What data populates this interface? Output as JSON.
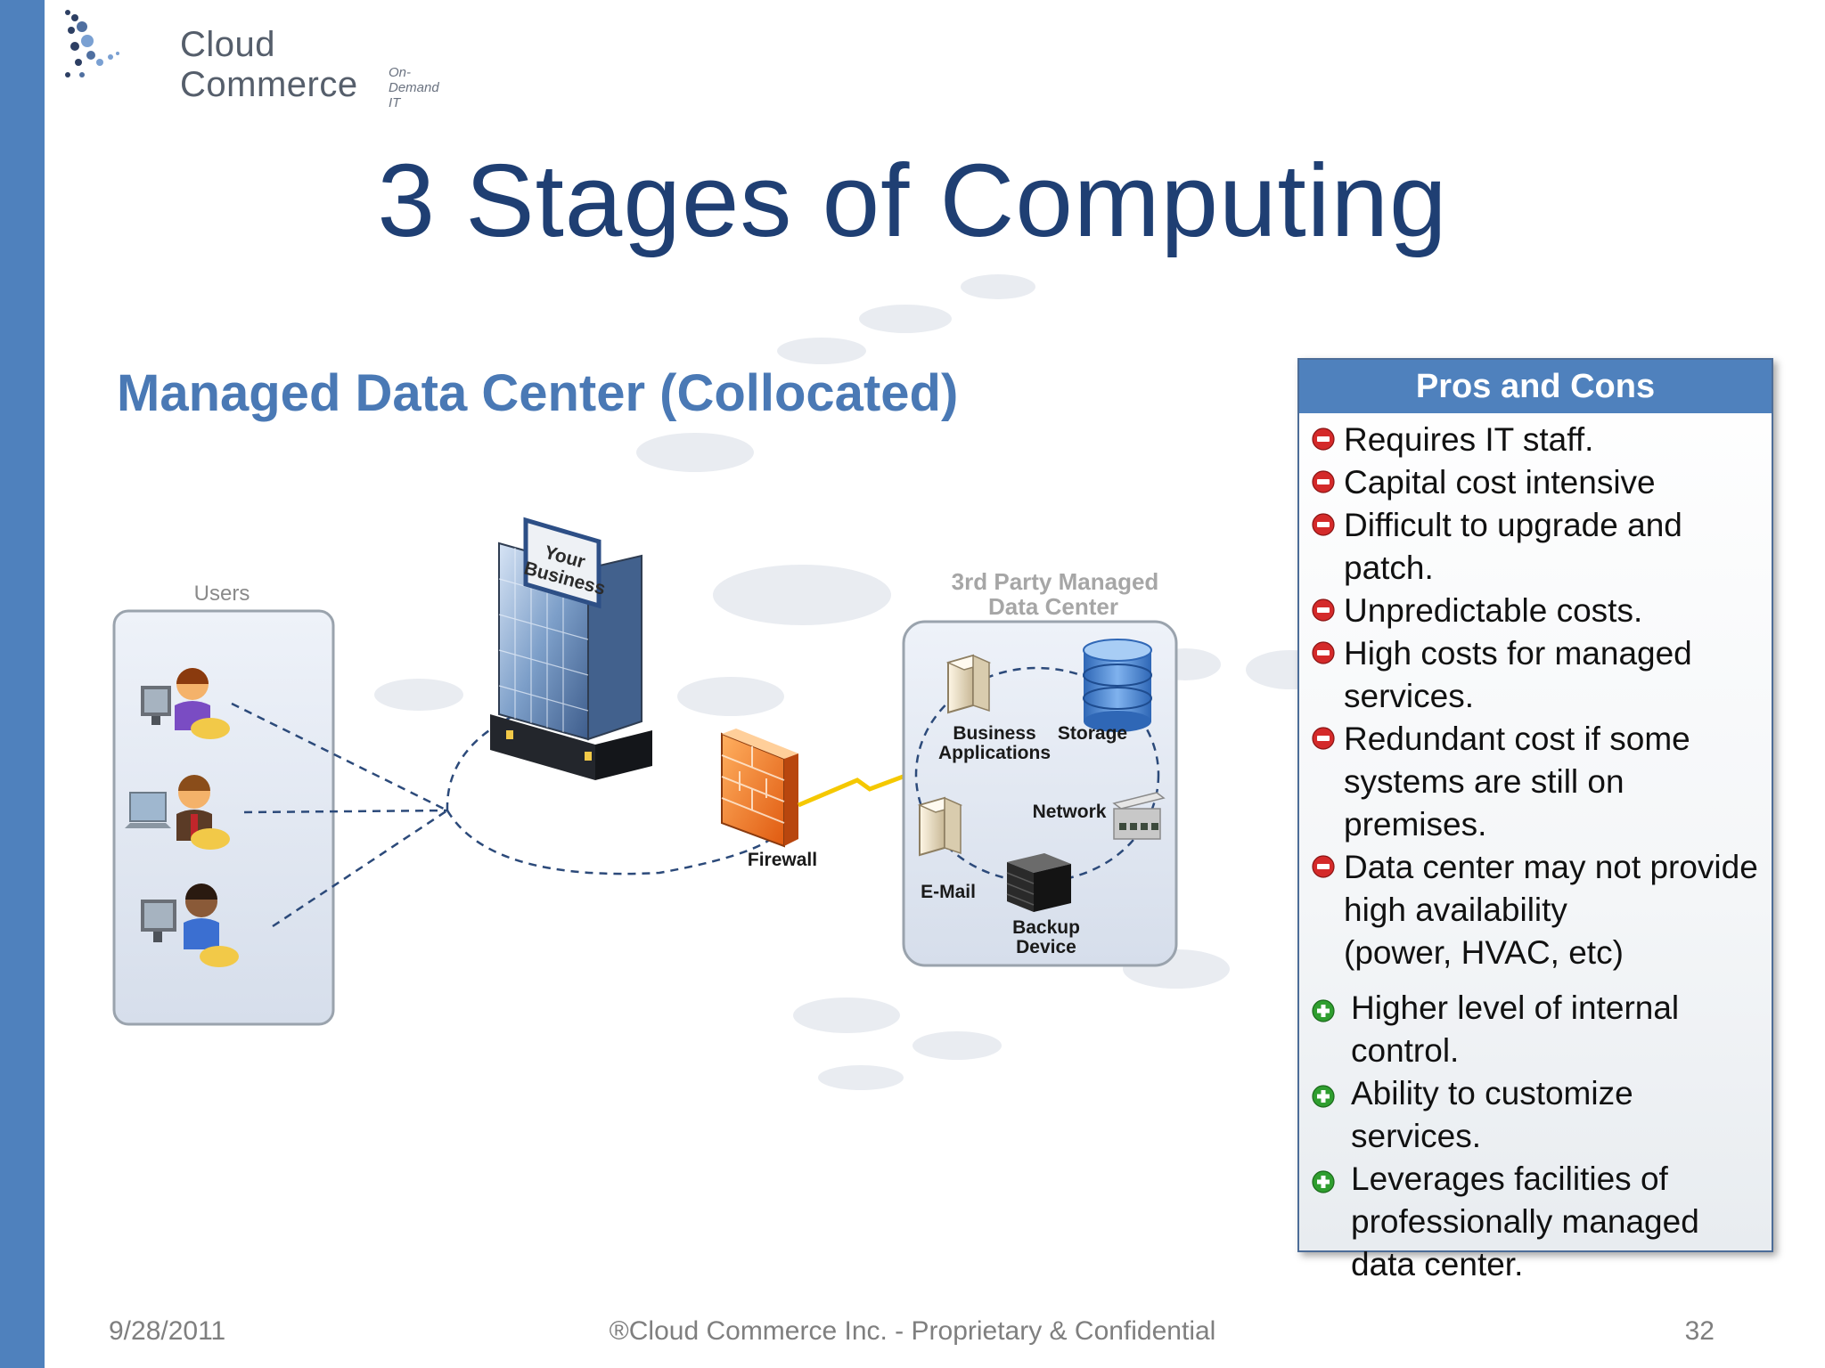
{
  "logo": {
    "name": "Cloud Commerce",
    "tagline": "On-Demand IT"
  },
  "slide": {
    "title": "3 Stages of Computing",
    "subtitle": "Managed Data Center (Collocated)"
  },
  "diagram": {
    "users_label": "Users",
    "building_sign": [
      "Your",
      "Business"
    ],
    "firewall_label": "Firewall",
    "datacenter_label": [
      "3rd Party Managed",
      "Data Center"
    ],
    "nodes": {
      "business_apps": [
        "Business",
        "Applications"
      ],
      "storage": "Storage",
      "network": "Network",
      "email": "E-Mail",
      "backup": [
        "Backup",
        "Device"
      ]
    }
  },
  "pros_cons": {
    "header": "Pros and Cons",
    "cons": [
      [
        "Requires IT staff."
      ],
      [
        "Capital cost intensive"
      ],
      [
        "Difficult to upgrade and",
        "patch."
      ],
      [
        "Unpredictable costs."
      ],
      [
        "High costs for managed",
        "services."
      ],
      [
        "Redundant cost if some",
        "systems are still on premises."
      ],
      [
        "Data center may not provide",
        "high availability",
        "(power, HVAC, etc)"
      ]
    ],
    "pros": [
      [
        "Higher level of internal",
        "control."
      ],
      [
        "Ability to customize",
        "services."
      ],
      [
        "Leverages facilities of",
        "professionally managed",
        "data center."
      ]
    ],
    "colors": {
      "con": "#d42a2a",
      "pro": "#2f9e2f"
    }
  },
  "footer": {
    "date": "9/28/2011",
    "copyright": "®Cloud Commerce Inc. - Proprietary & Confidential",
    "page": "32"
  },
  "colors": {
    "accent_bar": "#4f81bd",
    "title": "#1f3f73",
    "subtitle": "#4a79b5"
  }
}
